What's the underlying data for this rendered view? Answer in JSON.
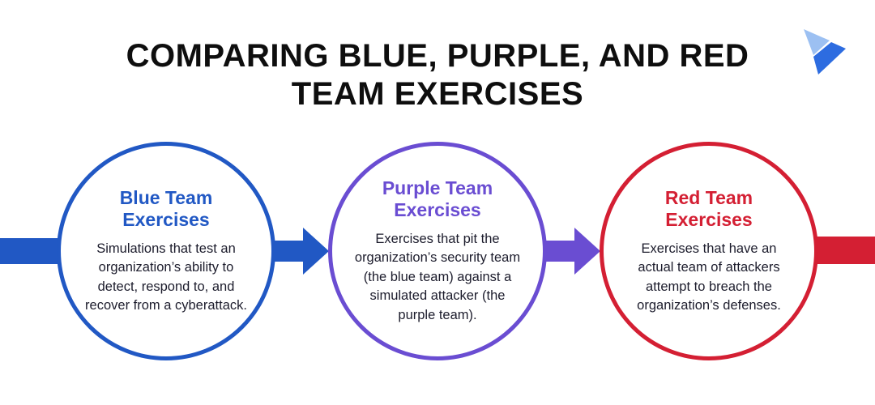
{
  "page": {
    "title": "COMPARING BLUE, PURPLE, AND RED TEAM EXERCISES",
    "background": "#ffffff"
  },
  "logo": {
    "name": "brand-chevron-logo",
    "light_color": "#9cc0f2",
    "dark_color": "#2d6ce0"
  },
  "cards": [
    {
      "id": "blue-team",
      "title": "Blue Team Exercises",
      "body": "Simulations that test an organization’s ability to detect, respond to, and recover from a cyberattack.",
      "color": "#2158c4"
    },
    {
      "id": "purple-team",
      "title": "Purple Team Exercises",
      "body": "Exercises that pit the organization’s security team (the blue team) against a simulated attacker (the purple team).",
      "color": "#6a4dd2"
    },
    {
      "id": "red-team",
      "title": "Red Team Exercises",
      "body": "Exercises that have an actual team of attackers attempt to breach the organization’s defenses.",
      "color": "#d41f33"
    }
  ],
  "connectors": [
    {
      "id": "inlet-bar",
      "type": "bar",
      "color": "#2158c4"
    },
    {
      "id": "blue-to-purple",
      "type": "arrow",
      "color": "#2158c4"
    },
    {
      "id": "purple-to-red",
      "type": "arrow",
      "color": "#6a4dd2"
    },
    {
      "id": "outlet-bar",
      "type": "bar",
      "color": "#d41f33"
    }
  ]
}
